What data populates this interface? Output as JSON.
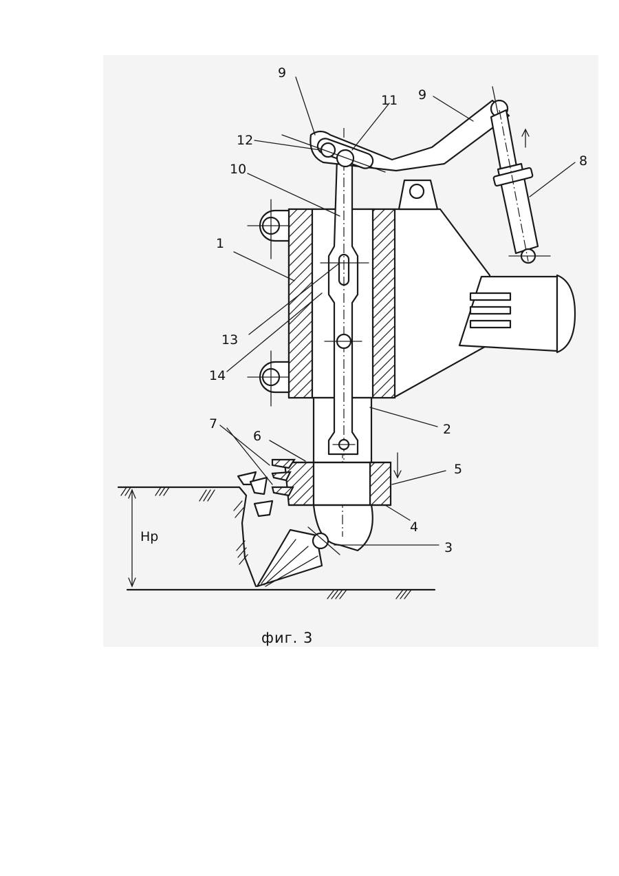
{
  "caption": "фиг. 3",
  "labels": {
    "l1": "1",
    "l2": "2",
    "l3": "3",
    "l4": "4",
    "l5": "5",
    "l6": "6",
    "l7": "7",
    "l8": "8",
    "l9a": "9",
    "l9b": "9",
    "l10": "10",
    "l11": "11",
    "l12": "12",
    "l13": "13",
    "l14": "14",
    "depth": "Hp"
  },
  "colors": {
    "ink": "#1a1a1a",
    "paper": "#ffffff",
    "scan_background": "#f4f4f4"
  }
}
